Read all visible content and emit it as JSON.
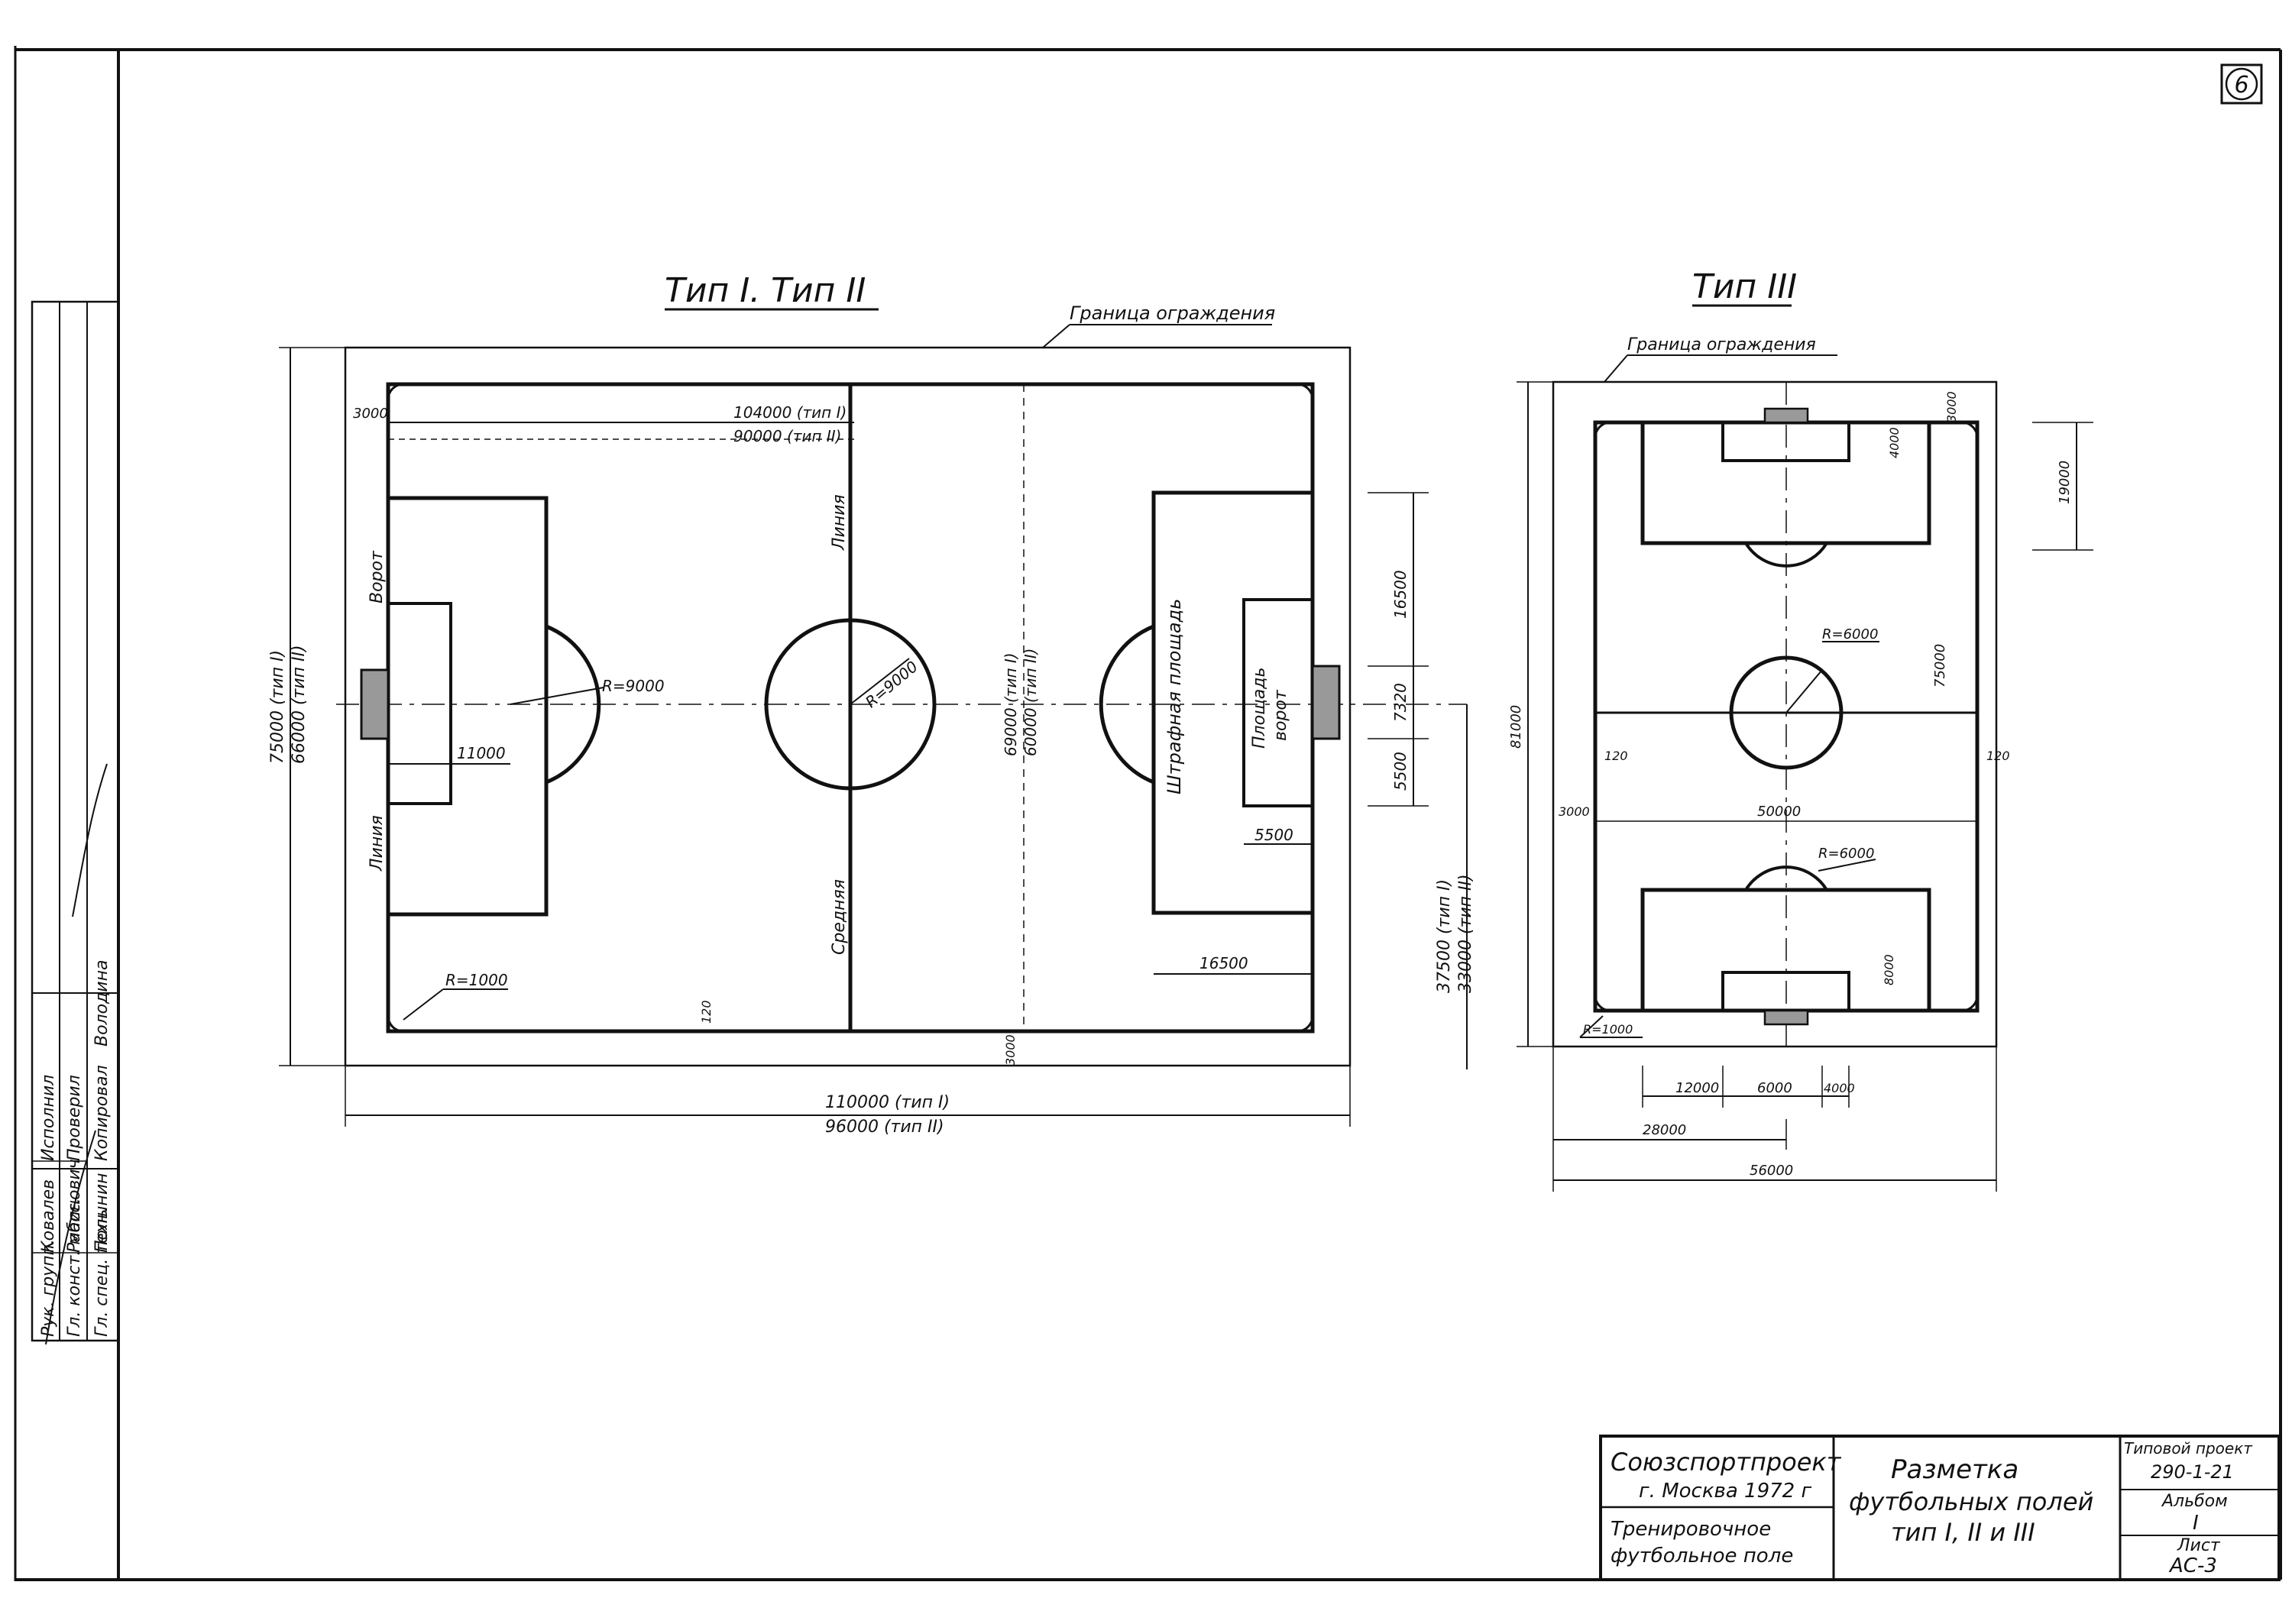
{
  "sheet": {
    "number": "6",
    "colors": {
      "ink": "#111111",
      "paper": "#ffffff"
    }
  },
  "field_a": {
    "title": "Тип I. Тип II",
    "fence_label": "Граница ограждения",
    "width_1": "104000 (тип I)",
    "width_2": "90000 (тип II)",
    "corner_3000": "3000",
    "height_1": "75000 (тип I)",
    "height_2": "66000 (тип II)",
    "inner_h_1": "69000 (тип I)",
    "inner_h_2": "60000 (тип II)",
    "half_h_1": "37500 (тип I)",
    "half_h_2": "33000 (тип II)",
    "len_1": "110000 (тип I)",
    "len_2": "96000 (тип II)",
    "penalty_arc_r": "R=9000",
    "center_r": "R=9000",
    "corner_r": "R=1000",
    "penalty_spot": "11000",
    "goal_area": "5500",
    "penalty_depth": "16500",
    "goal_width": "7320",
    "goal_area_w": "5500",
    "penalty_w": "16500",
    "line_120": "120",
    "bottom_3000": "3000",
    "lbl_vorot_left": "Ворот",
    "lbl_liniya_left": "Линия",
    "lbl_liniya_mid": "Линия",
    "lbl_srednyaya": "Средняя",
    "lbl_penalty_area": "Штрафная площадь",
    "lbl_goal_area_1": "Площадь",
    "lbl_goal_area_2": "ворот"
  },
  "field_b": {
    "title": "Тип III",
    "fence_label": "Граница ограждения",
    "height": "81000",
    "inner_height": "75000",
    "penalty_depth": "19000",
    "goal_area": "4000",
    "side_3000": "3000",
    "center_r": "R=6000",
    "arc_r": "R=6000",
    "corner_r": "R=1000",
    "width": "50000",
    "side_120_l": "120",
    "side_120_r": "120",
    "left_3000": "3000",
    "spot_8000": "8000",
    "dim_12000": "12000",
    "dim_6000": "6000",
    "dim_4000": "4000",
    "dim_28000": "28000",
    "dim_56000": "56000"
  },
  "title_block": {
    "org_1": "Союзспортпроект",
    "org_2": "г. Москва  1972 г",
    "object_1": "Тренировочное",
    "object_2": "футбольное поле",
    "name_1": "Разметка",
    "name_2": "футбольных полей",
    "name_3": "тип I, II и III",
    "project_label": "Типовой проект",
    "project_no": "290-1-21",
    "album_label": "Альбом",
    "album_no": "I",
    "sheet_label": "Лист",
    "sheet_no": "АС-3"
  },
  "stamp": {
    "roles": [
      "Рук. групп.",
      "Гл. конст. масс.",
      "Гл. спец. техн."
    ],
    "people": [
      "Ковалев",
      "Рабинович",
      "Полынин"
    ],
    "roles2": [
      "Исполнил",
      "Проверил",
      "Копировал"
    ],
    "people2": [
      "",
      "",
      "Володина"
    ]
  }
}
